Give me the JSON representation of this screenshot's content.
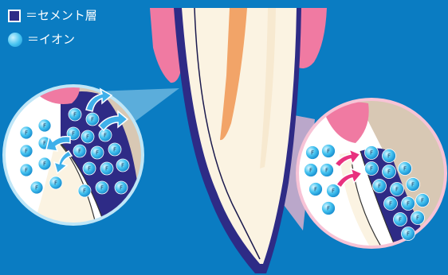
{
  "legend": {
    "cement_layer": "＝セメント層",
    "ion": "＝イオン"
  },
  "ion_symbol": "F",
  "colors": {
    "background": "#0a7cc2",
    "gum": "#f07aa2",
    "cementum_layer": "#2e2b86",
    "bone": "#d8c8b4",
    "root": "#fbf3e2",
    "pulp": "#f2a468",
    "ion": "#45c3f0",
    "arrow_left": "#3fb0ea",
    "arrow_right": "#e8317e",
    "lens_border_left": "#bfe6f7",
    "lens_border_right": "#f7c3d6"
  }
}
